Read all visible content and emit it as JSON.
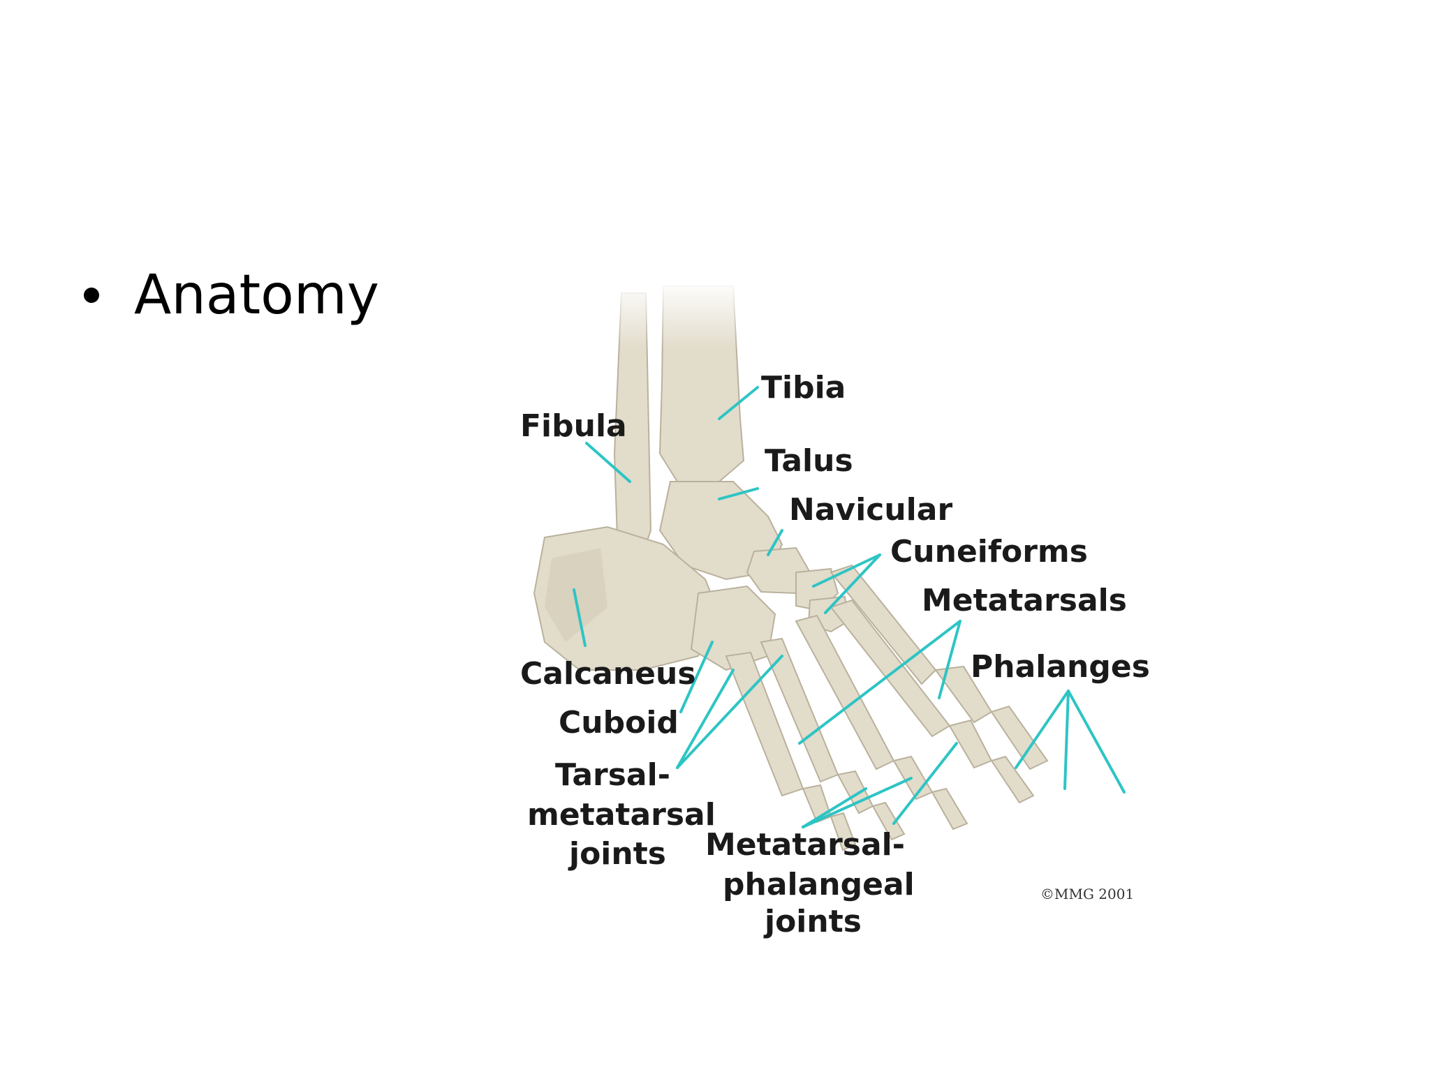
{
  "slide": {
    "bullet": "Anatomy"
  },
  "figure": {
    "labels": {
      "tibia": "Tibia",
      "fibula": "Fibula",
      "talus": "Talus",
      "navicular": "Navicular",
      "cuneiforms": "Cuneiforms",
      "metatarsals": "Metatarsals",
      "phalanges": "Phalanges",
      "calcaneus": "Calcaneus",
      "cuboid": "Cuboid",
      "tarsal_line1": "Tarsal-",
      "tarsal_line2": "metatarsal",
      "tarsal_line3": "joints",
      "mtp_line1": "Metatarsal-",
      "mtp_line2": "phalangeal",
      "mtp_line3": "joints",
      "copyright": "©MMG 2001"
    },
    "colors": {
      "leader": "#2ec4c4",
      "bone": "#e2dccb"
    }
  }
}
